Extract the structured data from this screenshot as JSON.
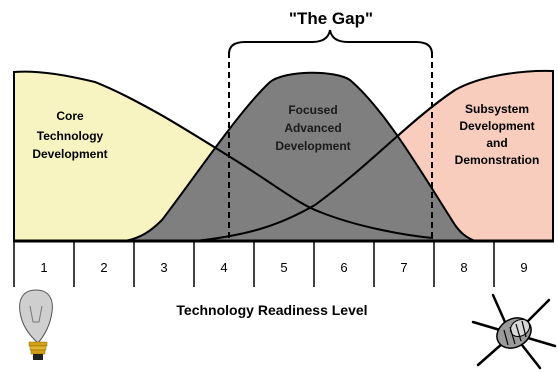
{
  "gap_label": "\"The Gap\"",
  "regions": {
    "core": [
      "Core",
      "Technology",
      "Development"
    ],
    "focused": [
      "Focused",
      "Advanced",
      "Development"
    ],
    "subsystem": [
      "Subsystem",
      "Development",
      "and",
      "Demonstration"
    ]
  },
  "colors": {
    "core_fill": "#f8f4c2",
    "focused_fill": "#7f7f7f",
    "subsystem_fill": "#f8cdbd"
  },
  "trl_levels": [
    "1",
    "2",
    "3",
    "4",
    "5",
    "6",
    "7",
    "8",
    "9"
  ],
  "axis_label": "Technology Readiness Level",
  "icons": {
    "left": "lightbulb-icon",
    "right": "satellite-icon"
  }
}
